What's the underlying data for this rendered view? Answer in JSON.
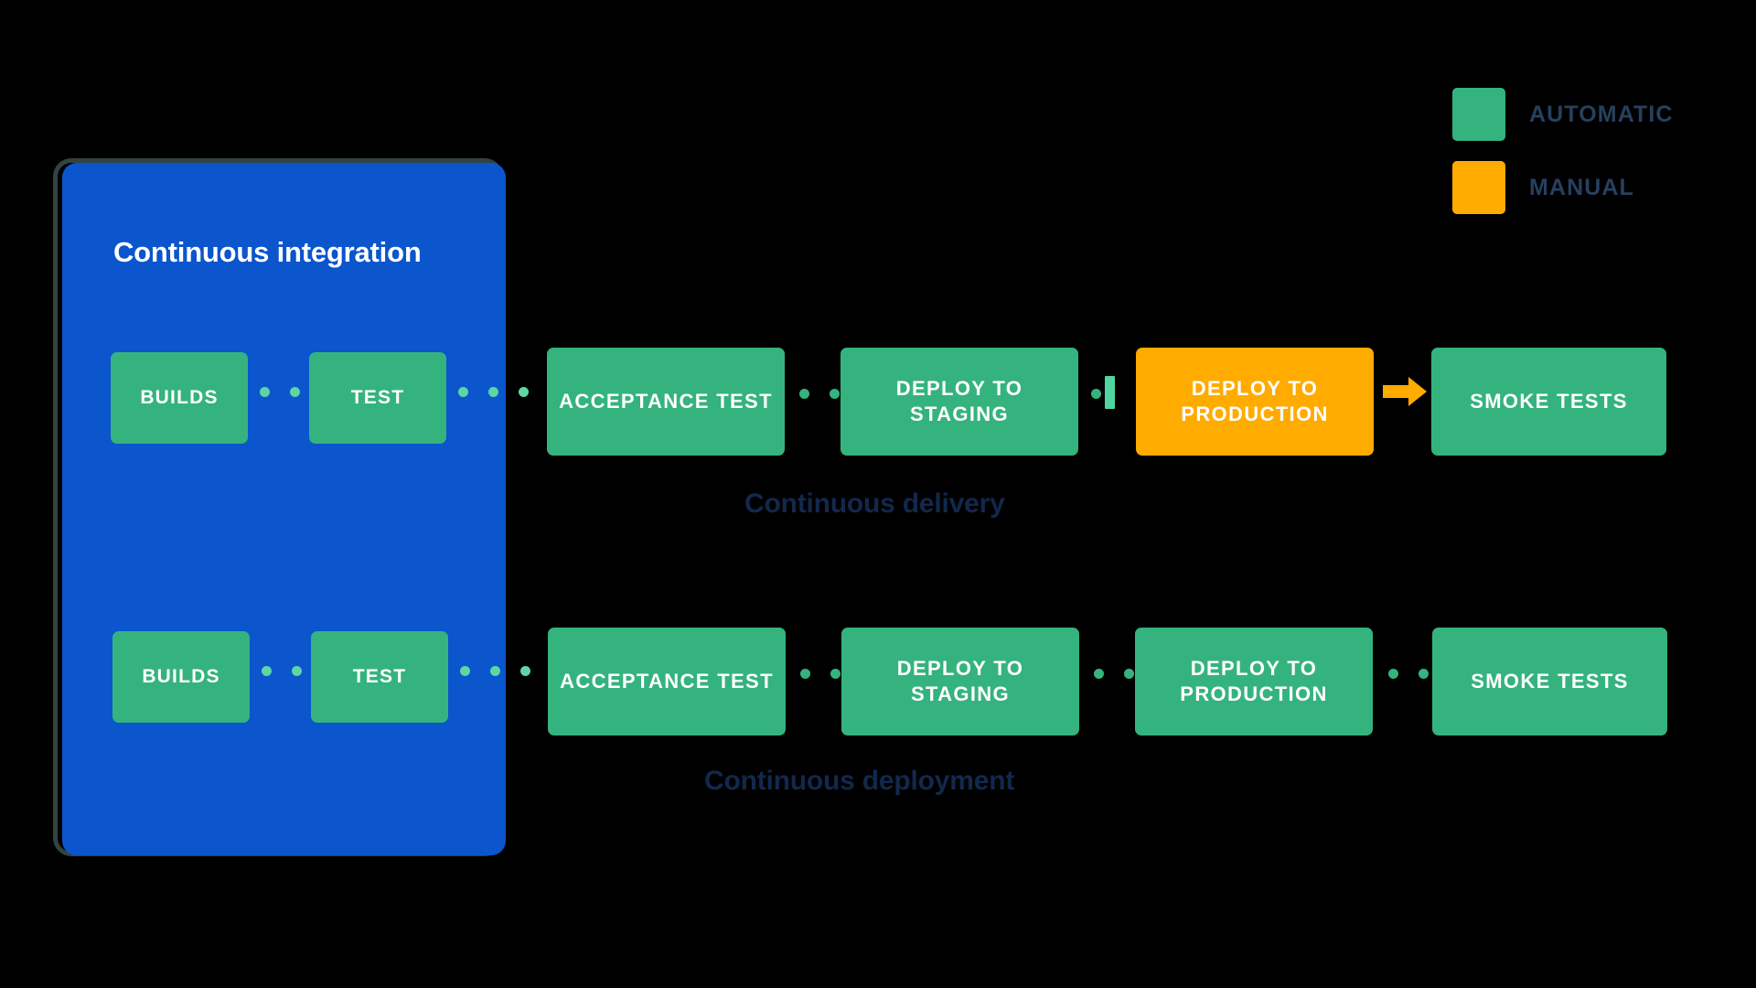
{
  "legend": {
    "items": [
      {
        "label": "AUTOMATIC",
        "color": "#35b37e",
        "swatch_name": "legend-swatch-automatic"
      },
      {
        "label": "MANUAL",
        "color": "#ffab00",
        "swatch_name": "legend-swatch-manual"
      }
    ]
  },
  "ci_panel": {
    "title": "Continuous integration",
    "background_color": "#0b55cd",
    "border_color": "#33433f",
    "stages": [
      {
        "label": "BUILDS",
        "type": "automatic"
      },
      {
        "label": "TEST",
        "type": "automatic"
      },
      {
        "label": "BUILDS",
        "type": "automatic"
      },
      {
        "label": "TEST",
        "type": "automatic"
      }
    ]
  },
  "flows": [
    {
      "caption": "Continuous delivery",
      "stages": [
        {
          "label": "ACCEPTANCE TEST",
          "type": "automatic",
          "color": "#35b37e"
        },
        {
          "label": "DEPLOY TO STAGING",
          "type": "automatic",
          "color": "#35b37e"
        },
        {
          "label": "DEPLOY TO PRODUCTION",
          "type": "manual",
          "color": "#ffab00"
        },
        {
          "label": "SMOKE TESTS",
          "type": "automatic",
          "color": "#35b37e"
        }
      ],
      "has_manual_gate": true,
      "has_arrow": true
    },
    {
      "caption": "Continuous deployment",
      "stages": [
        {
          "label": "ACCEPTANCE TEST",
          "type": "automatic",
          "color": "#35b37e"
        },
        {
          "label": "DEPLOY TO STAGING",
          "type": "automatic",
          "color": "#35b37e"
        },
        {
          "label": "DEPLOY TO PRODUCTION",
          "type": "automatic",
          "color": "#35b37e"
        },
        {
          "label": "SMOKE TESTS",
          "type": "automatic",
          "color": "#35b37e"
        }
      ],
      "has_manual_gate": false,
      "has_arrow": false
    }
  ],
  "colors": {
    "automatic": "#35b37e",
    "manual": "#ffab00",
    "ci_blue": "#0b55cd",
    "caption_navy": "#12284c",
    "legend_text": "#27405f",
    "dot_light": "#5ed6a4",
    "background": "#000000"
  }
}
